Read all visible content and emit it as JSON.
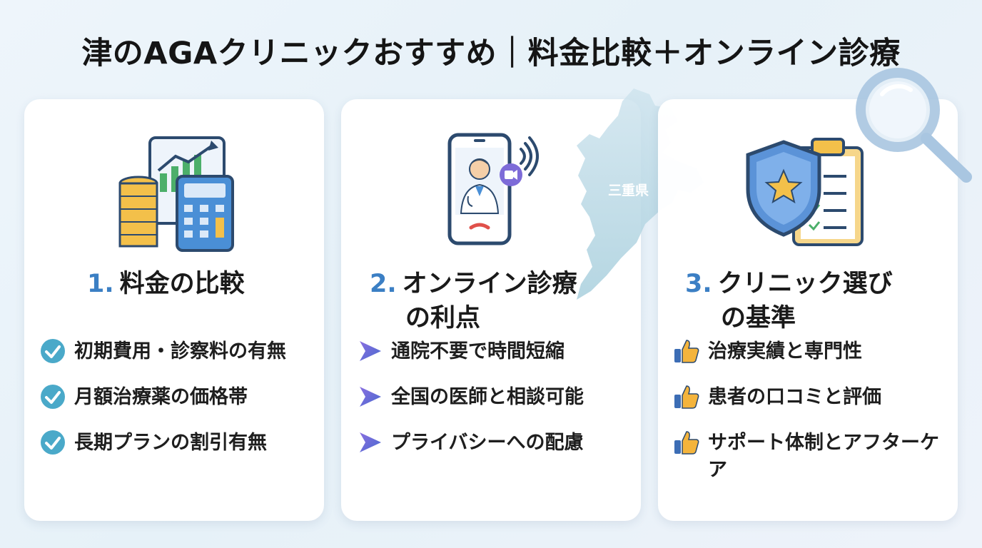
{
  "title": "津のAGAクリニックおすすめ｜料金比較＋オンライン診療",
  "map_label": "三重県",
  "cards": [
    {
      "number": "1.",
      "heading_line1": "料金の比較",
      "heading_line2": "",
      "bullet_icon": "check-circle-icon",
      "items": [
        "初期費用・診察料の有無",
        "月額治療薬の価格帯",
        "長期プランの割引有無"
      ]
    },
    {
      "number": "2.",
      "heading_line1": "オンライン診療",
      "heading_line2": "の利点",
      "bullet_icon": "arrow-pointer-icon",
      "items": [
        "通院不要で時間短縮",
        "全国の医師と相談可能",
        "プライバシーへの配慮"
      ]
    },
    {
      "number": "3.",
      "heading_line1": "クリニック選び",
      "heading_line2": "の基準",
      "bullet_icon": "thumbs-up-icon",
      "items": [
        "治療実績と専門性",
        "患者の口コミと評価",
        "サポート体制とアフターケア"
      ]
    }
  ],
  "colors": {
    "accent_blue": "#3b7fc4",
    "check_teal": "#4aa9c9",
    "arrow_purple": "#6a5bd6",
    "thumb_gold": "#f4b43c"
  }
}
